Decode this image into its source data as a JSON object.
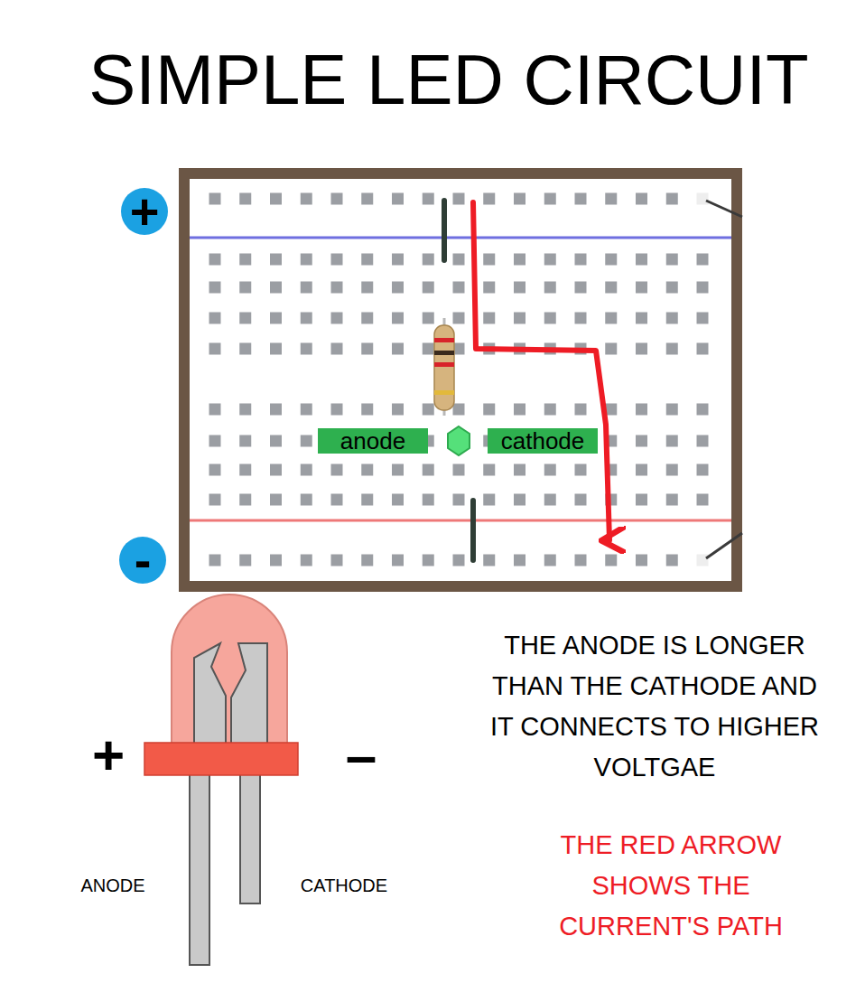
{
  "diagram": {
    "title": "SIMPLE LED CIRCUIT",
    "nodes": [
      {
        "text": [
          "+"
        ]
      },
      {
        "text": [
          "anode"
        ]
      },
      {
        "text": [
          "cathode"
        ]
      },
      {
        "text": [
          "-"
        ]
      }
    ],
    "labels": [
      "+",
      "–",
      "ANODE",
      "CATHODE",
      "THE ANODE IS LONGER THAN THE CATHODE AND IT CONNECTS TO HIGHER VOLTGAE",
      "THE RED ARROW SHOWS THE CURRENT'S PATH"
    ]
  }
}
